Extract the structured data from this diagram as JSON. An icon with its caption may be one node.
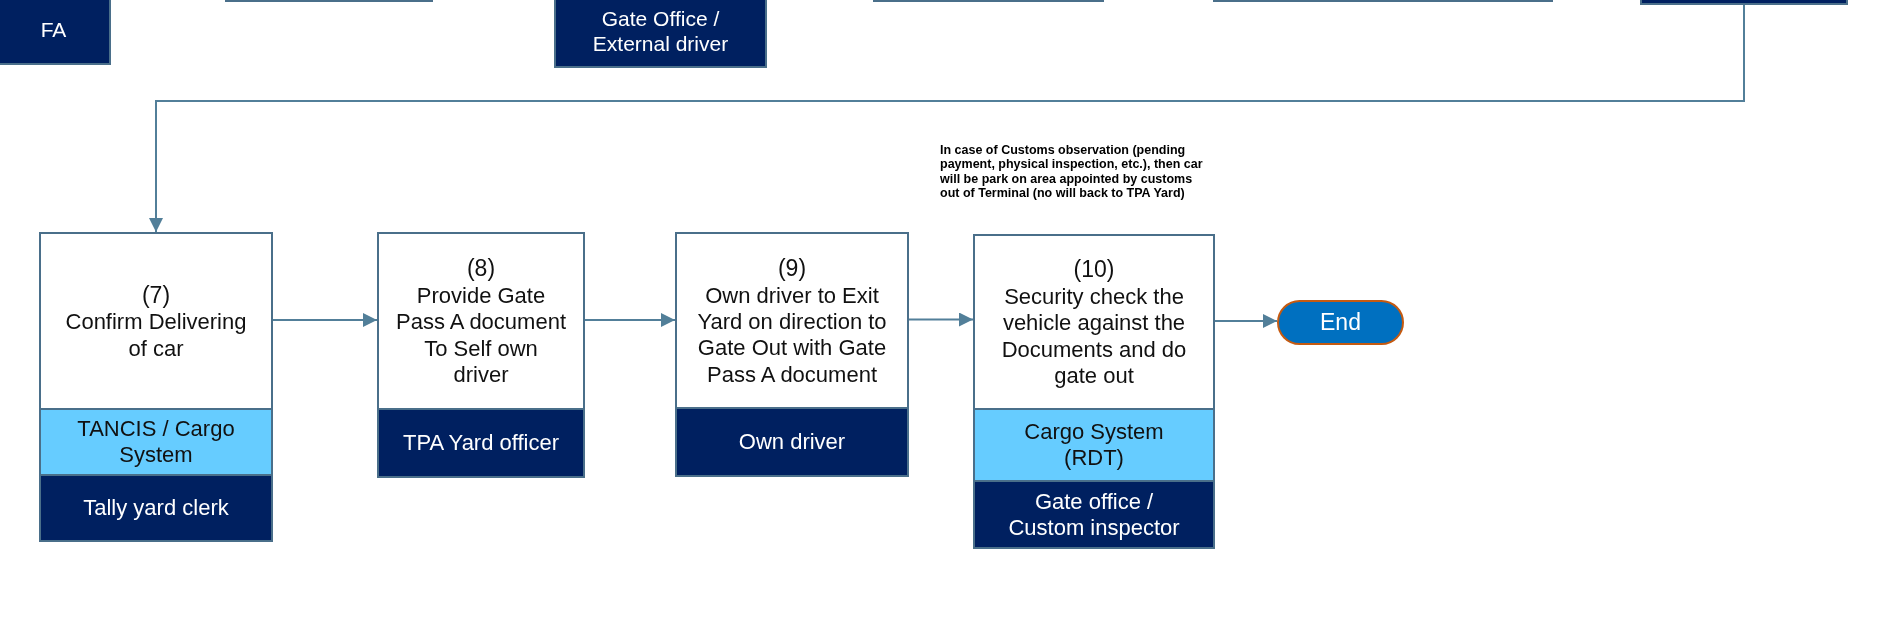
{
  "diagram": {
    "nodes": [
      {
        "text": [
          "FA"
        ]
      },
      {
        "text": [],
        "shape": "box"
      },
      {
        "text": [
          "Gate Office / External driver"
        ]
      },
      {
        "text": [],
        "shape": "box"
      },
      {
        "text": [],
        "shape": "box"
      },
      {
        "text": [],
        "shape": "box"
      },
      {
        "text": [
          "(7)",
          "Confirm Delivering of car"
        ]
      },
      {
        "text": [
          "TANCIS /  Cargo System"
        ],
        "in": 6
      },
      {
        "text": [
          "Tally yard clerk"
        ],
        "in": 6
      },
      {
        "text": [
          "(8)",
          "Provide Gate Pass A document To Self own driver"
        ]
      },
      {
        "text": [
          "TPA Yard officer"
        ],
        "in": 9
      },
      {
        "text": [
          "(9)",
          "Own driver to Exit Yard on direction to Gate Out with Gate Pass A document"
        ]
      },
      {
        "text": [
          "Own driver"
        ],
        "in": 11
      },
      {
        "text": [
          "(10)",
          "Security check the vehicle against the Documents and do gate out"
        ]
      },
      {
        "text": [
          "Cargo System (RDT)"
        ],
        "in": 13
      },
      {
        "text": [
          "Gate office / Custom inspector"
        ],
        "in": 13
      },
      {
        "text": [
          "End"
        ]
      }
    ],
    "edges": [
      {
        "from": 5,
        "to": 6,
        "arrow": "to"
      },
      {
        "from": 6,
        "to": 9,
        "arrow": "to"
      },
      {
        "from": 9,
        "to": 11,
        "arrow": "to"
      },
      {
        "from": 11,
        "to": 13,
        "arrow": "to"
      },
      {
        "from": 13,
        "to": 16,
        "arrow": "to"
      }
    ],
    "labels": [
      "In case of Customs observation (pending payment, physical inspection, etc.), then car will be park on area appointed by customs out of Terminal (no will back to TPA Yard)"
    ]
  }
}
